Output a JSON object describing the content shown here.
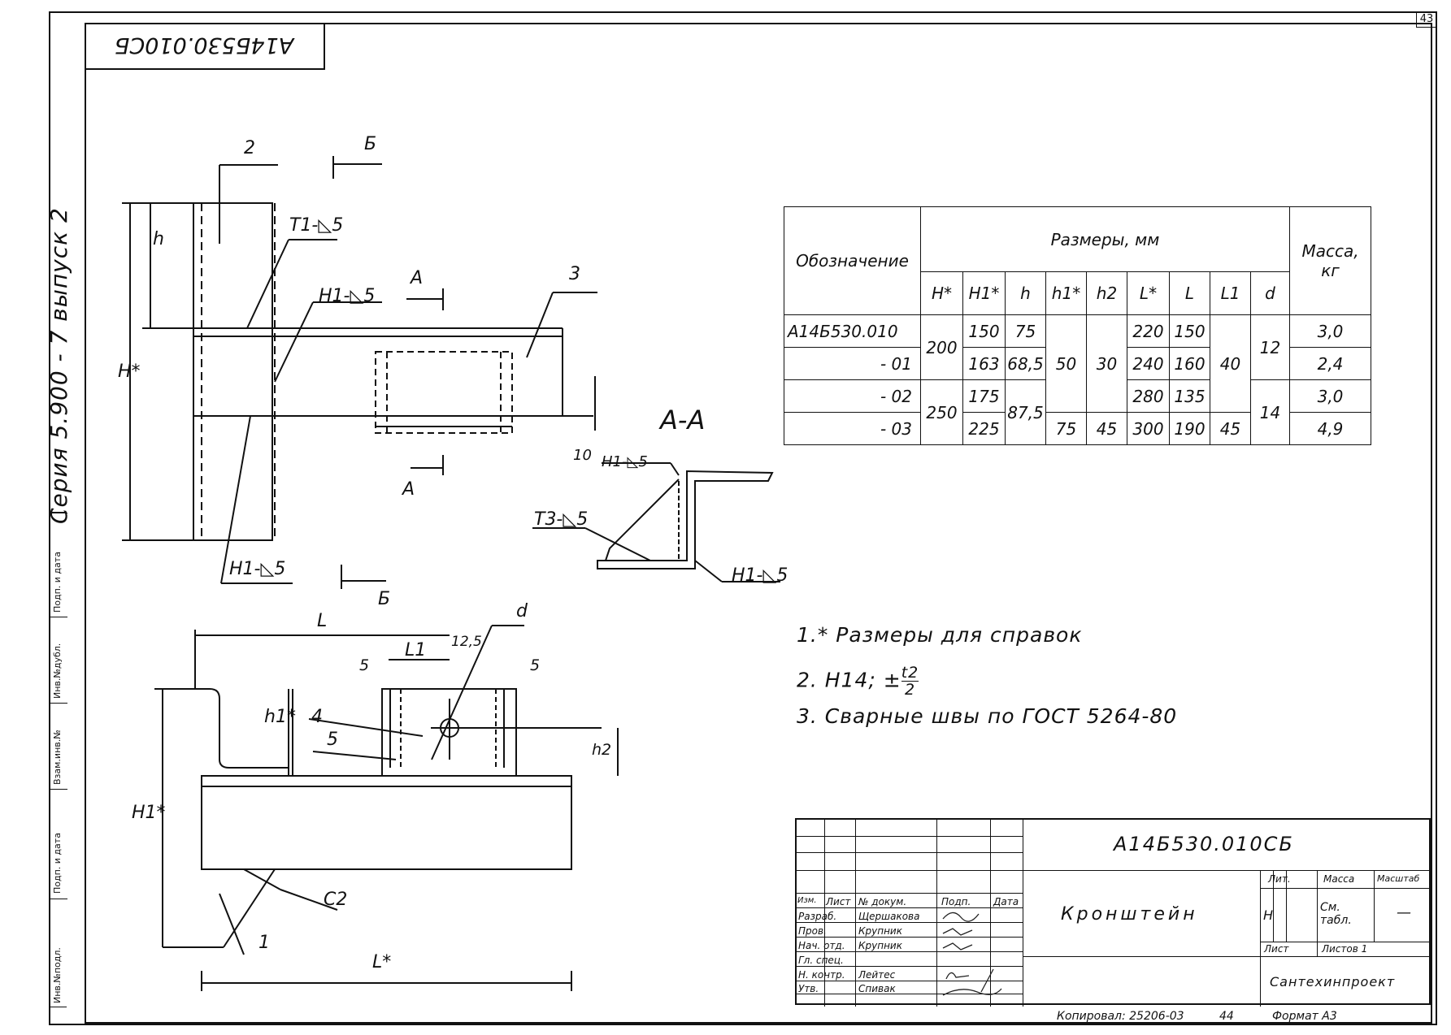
{
  "sheet": {
    "number": "43",
    "code_rotated": "А14Б530.010СБ",
    "series": "Серия 5.900 - 7 выпуск 2",
    "side_labels": [
      "Инв.№подл.",
      "Подп. и дата",
      "Взам.инв.№",
      "Инв.№дубл.",
      "Подп. и дата"
    ]
  },
  "drawing_labels": {
    "pos2": "2",
    "pos3": "3",
    "pos4": "4",
    "pos5": "5",
    "pos1": "1",
    "B_top": "Б",
    "B_bottom": "Б",
    "A_top": "А",
    "A_bottom": "А",
    "section": "А-А",
    "weld_t1": "Т1-◺5",
    "weld_h1_top": "Н1-◺5",
    "weld_h1_left": "Н1-◺5",
    "weld_h1_sec_top": "Н1-◺5",
    "weld_t3": "Т3-◺5",
    "weld_h1_sec_right": "Н1-◺5",
    "dim_h": "h",
    "dim_H": "H*",
    "dim_10": "10",
    "dim_L": "L",
    "dim_L1": "L1",
    "dim_125": "12,5",
    "dim_d": "d",
    "dim_5a": "5",
    "dim_5b": "5",
    "dim_h1": "h1*",
    "dim_h2": "h2",
    "dim_H1": "H1*",
    "dim_Lstar": "L*",
    "dim_c2": "С2"
  },
  "table": {
    "header_designation": "Обозначение",
    "header_sizes": "Размеры, мм",
    "header_mass": "Масса, кг",
    "columns": [
      "H*",
      "H1*",
      "h",
      "h1*",
      "h2",
      "L*",
      "L",
      "L1",
      "d"
    ],
    "rows": [
      {
        "designation": "А14Б530.010",
        "H1": "150",
        "h": "75",
        "L_star": "220",
        "L": "150",
        "mass": "3,0"
      },
      {
        "designation": "- 01",
        "H1": "163",
        "h": "68,5",
        "L_star": "240",
        "L": "160",
        "mass": "2,4"
      },
      {
        "designation": "- 02",
        "H1": "175",
        "L_star": "280",
        "L": "135",
        "mass": "3,0"
      },
      {
        "designation": "- 03",
        "H1": "225",
        "h1": "75",
        "h2": "45",
        "L_star": "300",
        "L": "190",
        "L1": "45",
        "mass": "4,9"
      }
    ],
    "merged": {
      "H_a": "200",
      "H_b": "250",
      "h_c": "87,5",
      "h1_a": "50",
      "h2_a": "30",
      "L1_a": "40",
      "d_a": "12",
      "d_b": "14"
    }
  },
  "notes": {
    "n1": "1.* Размеры для справок",
    "n2_prefix": "2. H14; ±",
    "n2_num": "t2",
    "n2_den": "2",
    "n3": "3. Сварные швы по ГОСТ 5264-80"
  },
  "title_block": {
    "doc_code": "А14Б530.010СБ",
    "name": "Кронштейн",
    "col_izm": "Изм.",
    "col_list": "Лист",
    "col_doc": "№ докум.",
    "col_sign": "Подп.",
    "col_date": "Дата",
    "roles": [
      "Разраб.",
      "Пров.",
      "Нач. отд.",
      "Гл. спец.",
      "Н. контр.",
      "Утв."
    ],
    "names": [
      "Щершакова",
      "Крупник",
      "Крупник",
      "",
      "Лейтес",
      "Спивак"
    ],
    "lit_label": "Лит.",
    "mass_label": "Масса",
    "scale_label": "Масштаб",
    "lit_value": "Н",
    "mass_value": "См. табл.",
    "scale_value": "—",
    "sheet_label": "Лист",
    "sheets_label": "Листов 1",
    "org": "Сантехинпроект"
  },
  "footer": {
    "copied": "Копировал: 25206-03",
    "num": "44",
    "format": "Формат А3"
  }
}
